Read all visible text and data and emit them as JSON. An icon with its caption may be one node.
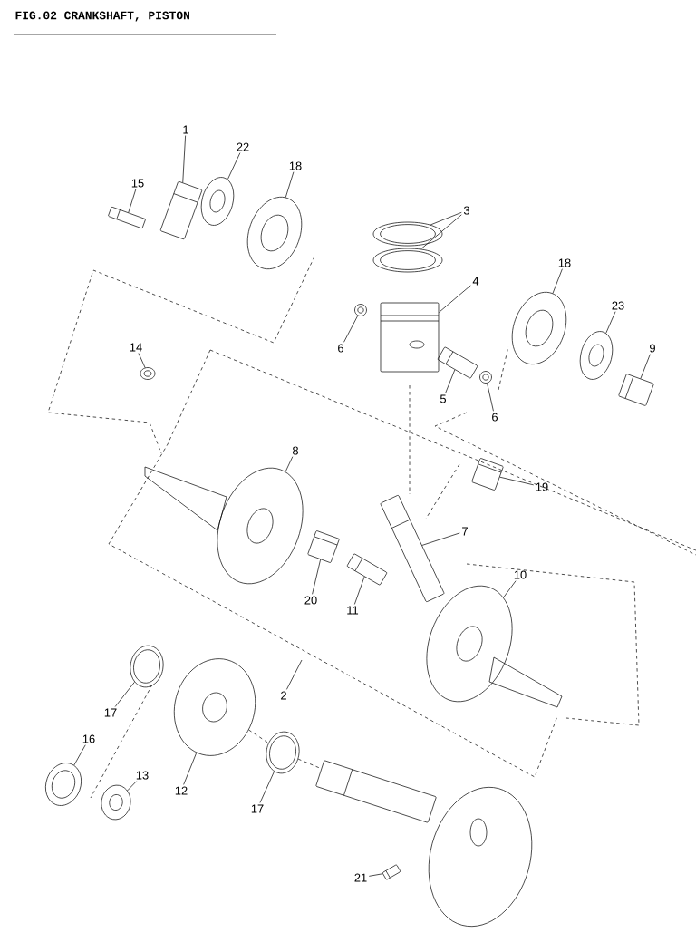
{
  "diagram": {
    "title": "FIG.02 CRANKSHAFT, PISTON",
    "nodes": [
      {
        "text": [
          "1"
        ]
      },
      {
        "text": [
          "22"
        ]
      },
      {
        "text": [
          "18"
        ]
      },
      {
        "text": [
          "15"
        ]
      },
      {
        "text": [
          "3"
        ]
      },
      {
        "text": [
          "4"
        ]
      },
      {
        "text": [
          "6"
        ]
      },
      {
        "text": [
          "14"
        ]
      },
      {
        "text": [
          "18"
        ]
      },
      {
        "text": [
          "23"
        ]
      },
      {
        "text": [
          "9"
        ]
      },
      {
        "text": [
          "5"
        ]
      },
      {
        "text": [
          "6"
        ]
      },
      {
        "text": [
          "8"
        ]
      },
      {
        "text": [
          "19"
        ]
      },
      {
        "text": [
          "7"
        ]
      },
      {
        "text": [
          "10"
        ]
      },
      {
        "text": [
          "20"
        ]
      },
      {
        "text": [
          "11"
        ]
      },
      {
        "text": [
          "2"
        ]
      },
      {
        "text": [
          "17"
        ]
      },
      {
        "text": [
          "16"
        ]
      },
      {
        "text": [
          "13"
        ]
      },
      {
        "text": [
          "12"
        ]
      },
      {
        "text": [
          "17"
        ]
      },
      {
        "text": [
          "21"
        ]
      },
      {
        "text": [],
        "shape": "picture"
      },
      {
        "text": [],
        "shape": "picture"
      },
      {
        "text": [],
        "shape": "picture"
      },
      {
        "text": [],
        "shape": "picture"
      },
      {
        "text": [],
        "shape": "picture"
      },
      {
        "text": [],
        "shape": "picture"
      },
      {
        "text": [],
        "shape": "picture"
      },
      {
        "text": [],
        "shape": "picture"
      },
      {
        "text": [],
        "shape": "picture"
      },
      {
        "text": [],
        "shape": "picture"
      },
      {
        "text": [],
        "shape": "picture"
      },
      {
        "text": [],
        "shape": "picture"
      },
      {
        "text": [],
        "shape": "picture"
      },
      {
        "text": [],
        "shape": "picture"
      },
      {
        "text": [],
        "shape": "picture"
      },
      {
        "text": [],
        "shape": "picture"
      },
      {
        "text": [],
        "shape": "picture"
      },
      {
        "text": [],
        "shape": "picture"
      },
      {
        "text": [],
        "shape": "picture"
      },
      {
        "text": [],
        "shape": "picture"
      },
      {
        "text": [],
        "shape": "picture"
      },
      {
        "text": [],
        "shape": "picture"
      },
      {
        "text": [],
        "shape": "picture"
      },
      {
        "text": [],
        "shape": "picture"
      },
      {
        "text": [],
        "shape": "picture"
      },
      {
        "text": [],
        "shape": "picture"
      },
      {
        "text": [],
        "shape": "picture"
      }
    ],
    "edges": [
      {
        "from": 0,
        "to": 26,
        "arrow": "none"
      },
      {
        "from": 1,
        "to": 27,
        "arrow": "none"
      },
      {
        "from": 2,
        "to": 28,
        "arrow": "none"
      },
      {
        "from": 3,
        "to": 29,
        "arrow": "none"
      },
      {
        "from": 4,
        "to": 30,
        "arrow": "none"
      },
      {
        "from": 4,
        "to": 31,
        "arrow": "none"
      },
      {
        "from": 5,
        "to": 32,
        "arrow": "none"
      },
      {
        "from": 6,
        "to": 33,
        "arrow": "none"
      },
      {
        "from": 7,
        "to": 34,
        "arrow": "none"
      },
      {
        "from": 8,
        "to": 35,
        "arrow": "none"
      },
      {
        "from": 9,
        "to": 36,
        "arrow": "none"
      },
      {
        "from": 10,
        "to": 37,
        "arrow": "none"
      },
      {
        "from": 11,
        "to": 38,
        "arrow": "none"
      },
      {
        "from": 12,
        "to": 39,
        "arrow": "none"
      },
      {
        "from": 13,
        "to": 40,
        "arrow": "none"
      },
      {
        "from": 14,
        "to": 41,
        "arrow": "none"
      },
      {
        "from": 15,
        "to": 42,
        "arrow": "none"
      },
      {
        "from": 16,
        "to": 43,
        "arrow": "none"
      },
      {
        "from": 17,
        "to": 44,
        "arrow": "none"
      },
      {
        "from": 18,
        "to": 45,
        "arrow": "none"
      },
      {
        "from": 19,
        "to": null,
        "arrow": "none"
      },
      {
        "from": 20,
        "to": 46,
        "arrow": "none"
      },
      {
        "from": 21,
        "to": 47,
        "arrow": "none"
      },
      {
        "from": 22,
        "to": 48,
        "arrow": "none"
      },
      {
        "from": 23,
        "to": 49,
        "arrow": "none"
      },
      {
        "from": 24,
        "to": 50,
        "arrow": "none"
      },
      {
        "from": 25,
        "to": 51,
        "arrow": "none"
      },
      {
        "from": 49,
        "to": 50,
        "arrow": "none",
        "style": "dashed"
      },
      {
        "from": 50,
        "to": 52,
        "arrow": "none",
        "style": "dashed"
      }
    ]
  }
}
